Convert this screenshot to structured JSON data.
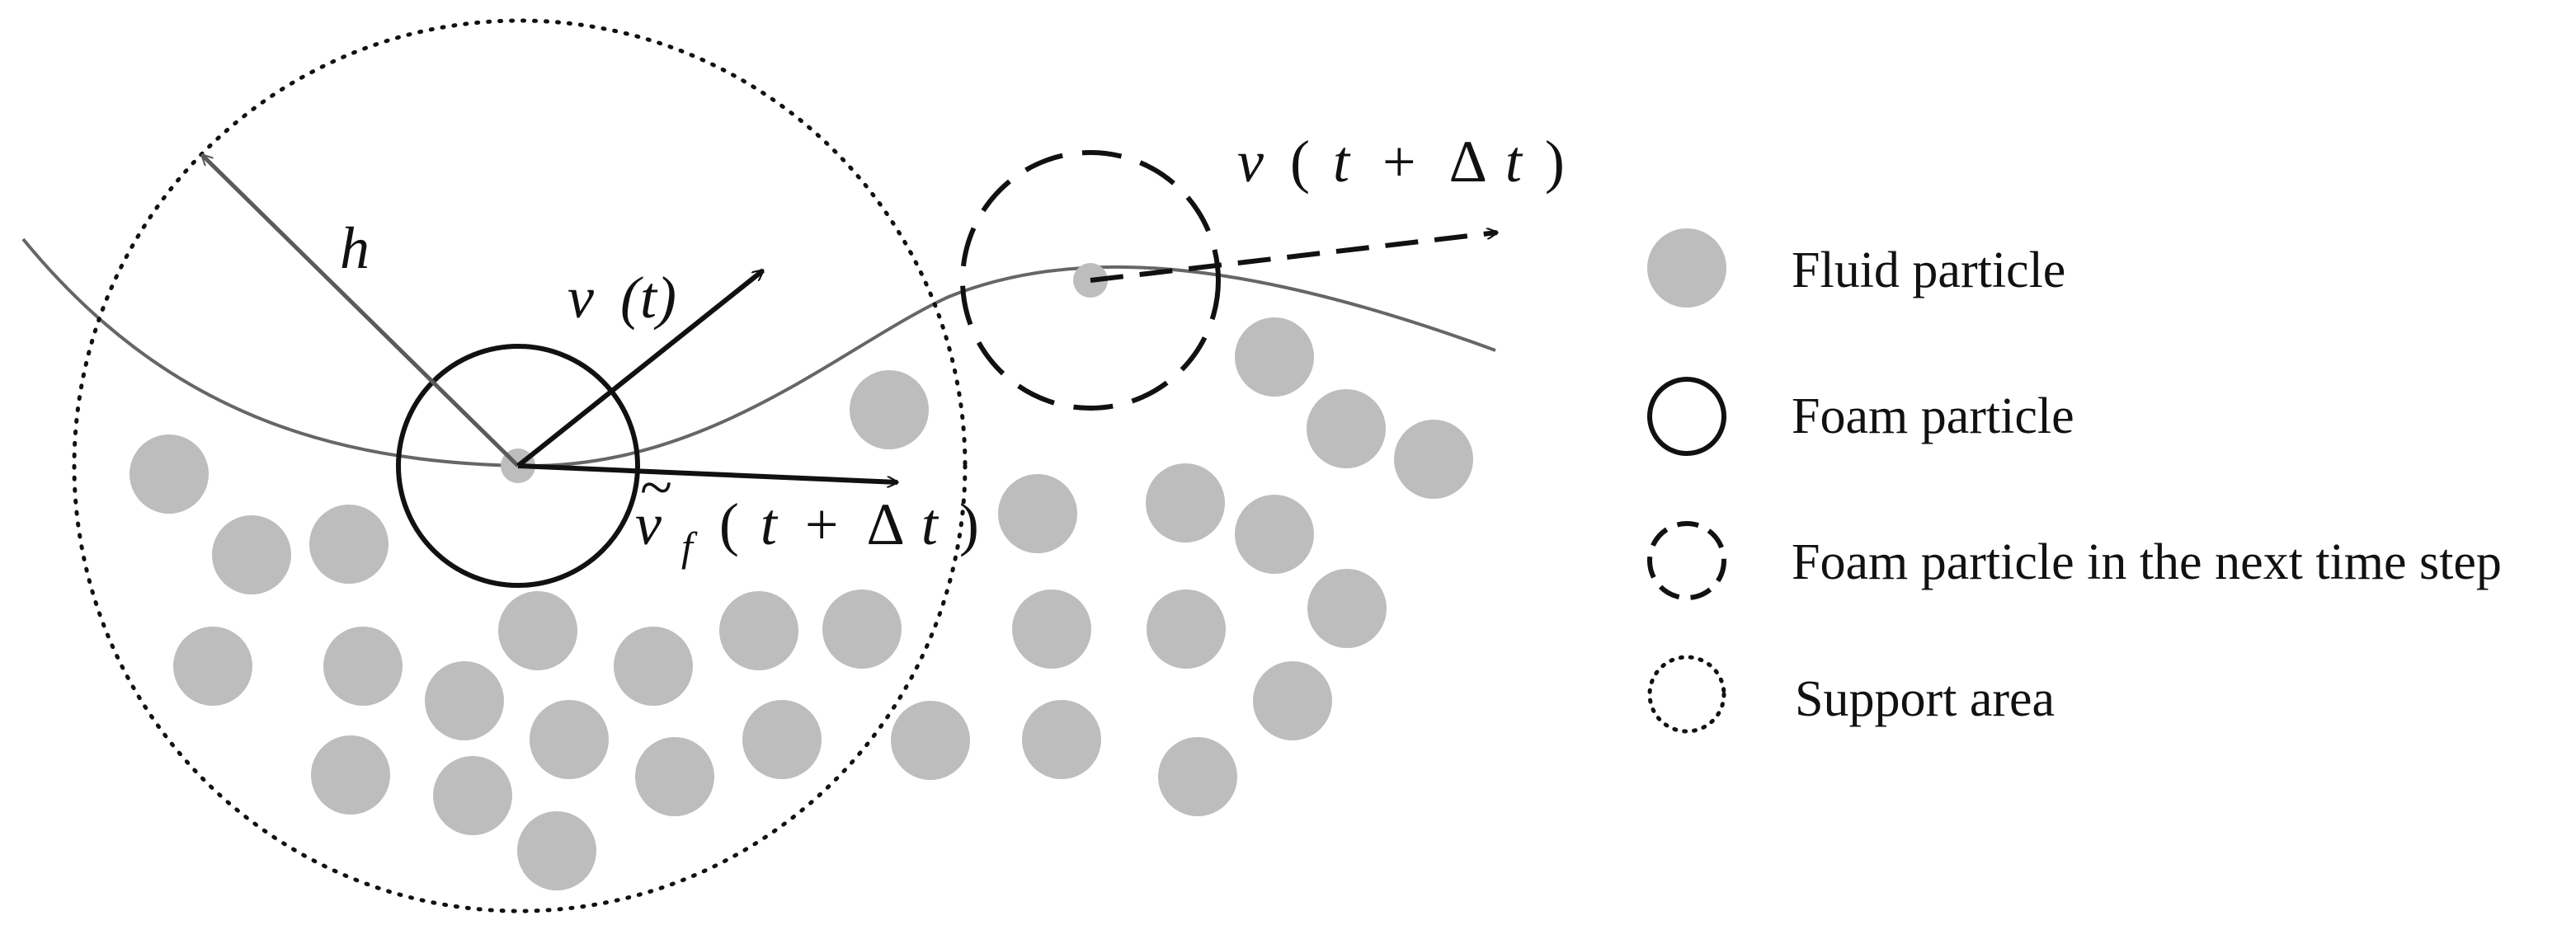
{
  "diagram": {
    "labels": {
      "radius": "h",
      "velocity_t": {
        "symbol": "v",
        "arg": "(t)"
      },
      "velocity_next": {
        "symbol": "v",
        "arg_open": "(",
        "t": "t",
        "plus": "+",
        "delta": "Δ",
        "t2": "t",
        "arg_close": ")"
      },
      "foam_velocity": {
        "tilde": "~",
        "symbol": "v",
        "subscript": "f",
        "arg_open": "(",
        "t": "t",
        "plus": "+",
        "delta": "Δ",
        "t2": "t",
        "arg_close": ")"
      }
    },
    "colors": {
      "fluid": "#bdbdbd",
      "stroke": "#111111",
      "radius_arrow": "#5a5a5a",
      "surface": "#666666"
    },
    "fluid_particle_count": 31
  },
  "legend": {
    "items": [
      {
        "icon": "fluid-particle-icon",
        "label": "Fluid particle"
      },
      {
        "icon": "foam-particle-icon",
        "label": "Foam particle"
      },
      {
        "icon": "next-step-foam-particle-icon",
        "label": "Foam particle in the next time step"
      },
      {
        "icon": "support-area-icon",
        "label": "Support area"
      }
    ]
  }
}
